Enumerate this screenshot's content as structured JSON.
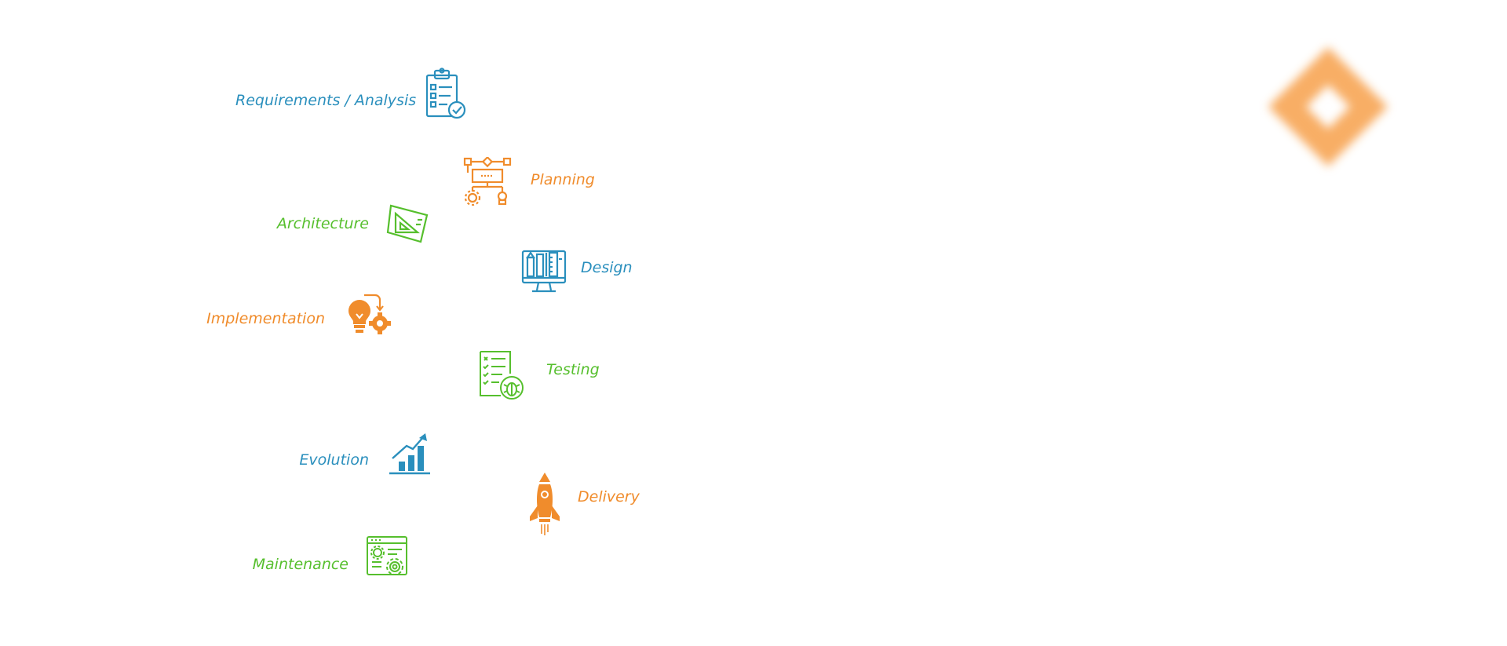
{
  "steps": [
    {
      "id": "requirements",
      "label": "Requirements / Analysis",
      "color": "#2a8fbd",
      "icon": "clipboard-check-icon"
    },
    {
      "id": "planning",
      "label": "Planning",
      "color": "#f08c2c",
      "icon": "flowchart-icon"
    },
    {
      "id": "architecture",
      "label": "Architecture",
      "color": "#56bf2d",
      "icon": "drafting-triangle-icon"
    },
    {
      "id": "design",
      "label": "Design",
      "color": "#2a8fbd",
      "icon": "monitor-design-tools-icon"
    },
    {
      "id": "implementation",
      "label": "Implementation",
      "color": "#f08c2c",
      "icon": "lightbulb-gear-icon"
    },
    {
      "id": "testing",
      "label": "Testing",
      "color": "#56bf2d",
      "icon": "checklist-bug-icon"
    },
    {
      "id": "evolution",
      "label": "Evolution",
      "color": "#2a8fbd",
      "icon": "growth-chart-icon"
    },
    {
      "id": "delivery",
      "label": "Delivery",
      "color": "#f08c2c",
      "icon": "rocket-icon"
    },
    {
      "id": "maintenance",
      "label": "Maintenance",
      "color": "#56bf2d",
      "icon": "browser-gears-icon"
    }
  ],
  "logo": {
    "icon": "diamond-logo-icon",
    "color": "#f7a04a"
  }
}
